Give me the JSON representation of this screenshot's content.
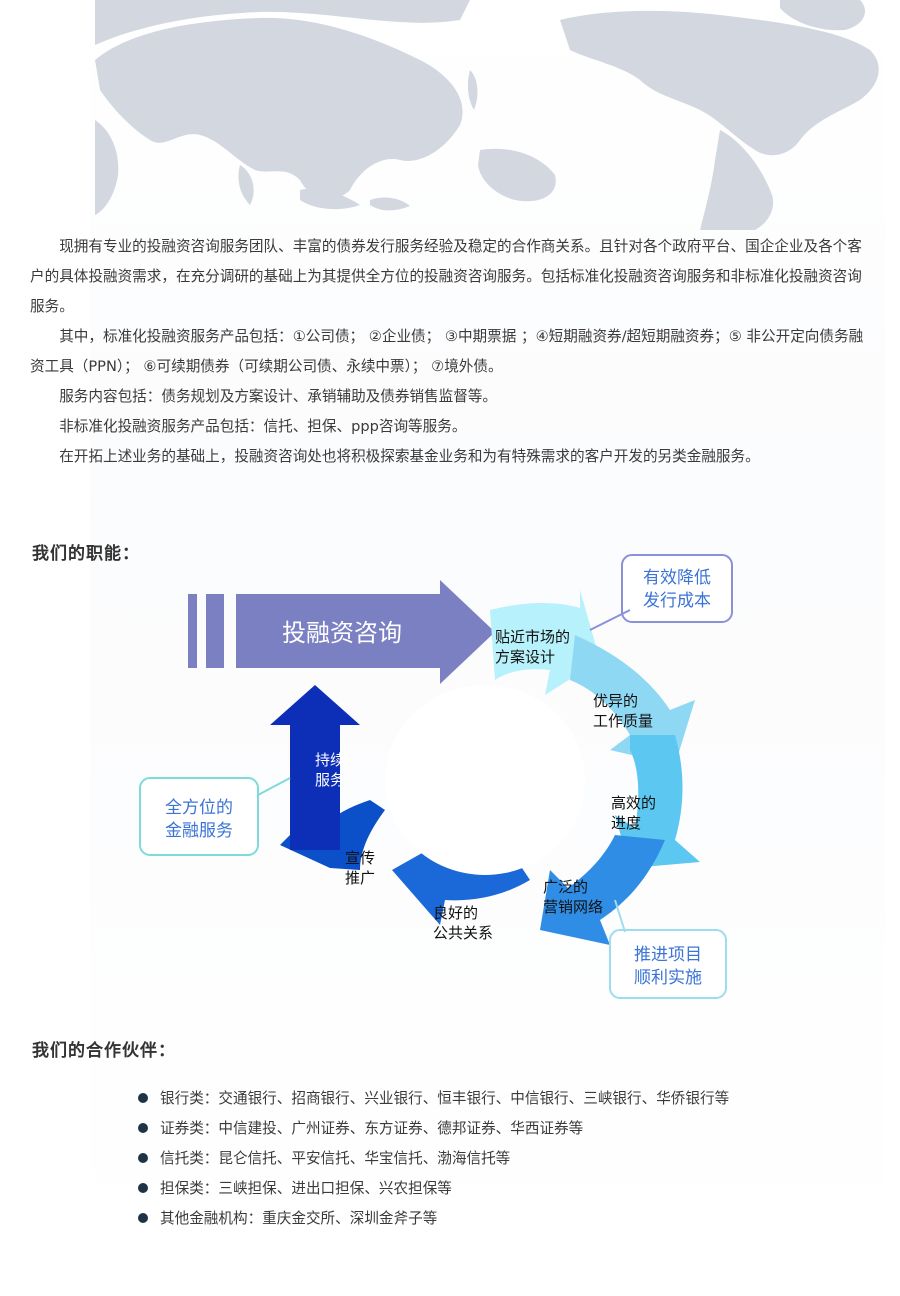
{
  "intro": {
    "paragraphs": [
      "现拥有专业的投融资咨询服务团队、丰富的债券发行服务经验及稳定的合作商关系。且针对各个政府平台、国企企业及各个客户的具体投融资需求，在充分调研的基础上为其提供全方位的投融资咨询服务。包括标准化投融资咨询服务和非标准化投融资咨询服务。",
      "其中，标准化投融资服务产品包括：①公司债； ②企业债； ③中期票据 ；④短期融资券/超短期融资券；⑤ 非公开定向债务融资工具（PPN）； ⑥可续期债券（可续期公司债、永续中票）； ⑦境外债。",
      "服务内容包括：债务规划及方案设计、承销辅助及债券销售监督等。",
      "非标准化投融资服务产品包括：信托、担保、ppp咨询等服务。",
      "在开拓上述业务的基础上，投融资咨询处也将积极探索基金业务和为有特殊需求的客户开发的另类金融服务。"
    ]
  },
  "functions": {
    "title": "我们的职能：",
    "arrow_label": "投融资咨询",
    "cycle": [
      {
        "line1": "贴近市场的",
        "line2": "方案设计"
      },
      {
        "line1": "优异的",
        "line2": "工作质量"
      },
      {
        "line1": "高效的",
        "line2": "进度"
      },
      {
        "line1": "广泛的",
        "line2": "营销网络"
      },
      {
        "line1": "良好的",
        "line2": "公共关系"
      },
      {
        "line1": "宣传",
        "line2": "推广"
      },
      {
        "line1": "持续",
        "line2": "服务"
      }
    ],
    "callouts": [
      {
        "line1": "有效降低",
        "line2": "发行成本"
      },
      {
        "line1": "推进项目",
        "line2": "顺利实施"
      },
      {
        "line1": "全方位的",
        "line2": "金融服务"
      }
    ]
  },
  "partners": {
    "title": "我们的合作伙伴：",
    "items": [
      "银行类：交通银行、招商银行、兴业银行、恒丰银行、中信银行、三峡银行、华侨银行等",
      "证券类：中信建投、广州证券、东方证券、德邦证券、华西证券等",
      "信托类：昆仑信托、平安信托、华宝信托、渤海信托等",
      "担保类：三峡担保、进出口担保、兴农担保等",
      "其他金融机构：重庆金交所、深圳金斧子等"
    ]
  },
  "colors": {
    "map": "#d3d8e0",
    "main_arrow": "#7b80c2",
    "cycle_light": "#b7f1fb",
    "cycle_mid": "#5cc8f2",
    "cycle_dark": "#0d2fb8",
    "callout_border": "#8a91d6",
    "callout_text": "#3b74d6",
    "bullet": "#1f3347"
  }
}
